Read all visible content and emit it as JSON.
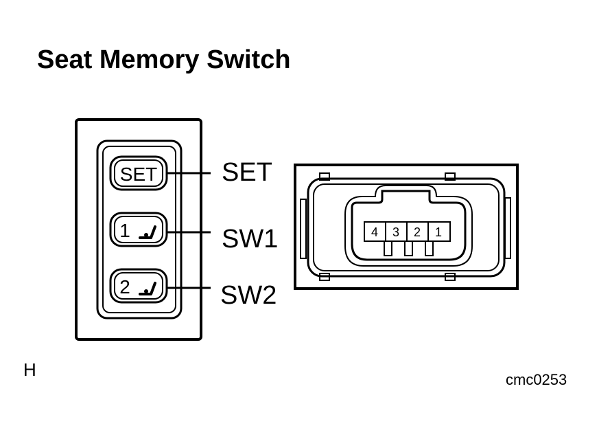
{
  "title": "Seat Memory Switch",
  "switch": {
    "buttons": [
      {
        "text": "SET",
        "callout": "SET"
      },
      {
        "text": "1",
        "callout": "SW1"
      },
      {
        "text": "2",
        "callout": "SW2"
      }
    ],
    "seat_icon": "seat-icon"
  },
  "connector": {
    "pins": [
      "4",
      "3",
      "2",
      "1"
    ]
  },
  "corner_left": "H",
  "corner_right": "cmc0253"
}
